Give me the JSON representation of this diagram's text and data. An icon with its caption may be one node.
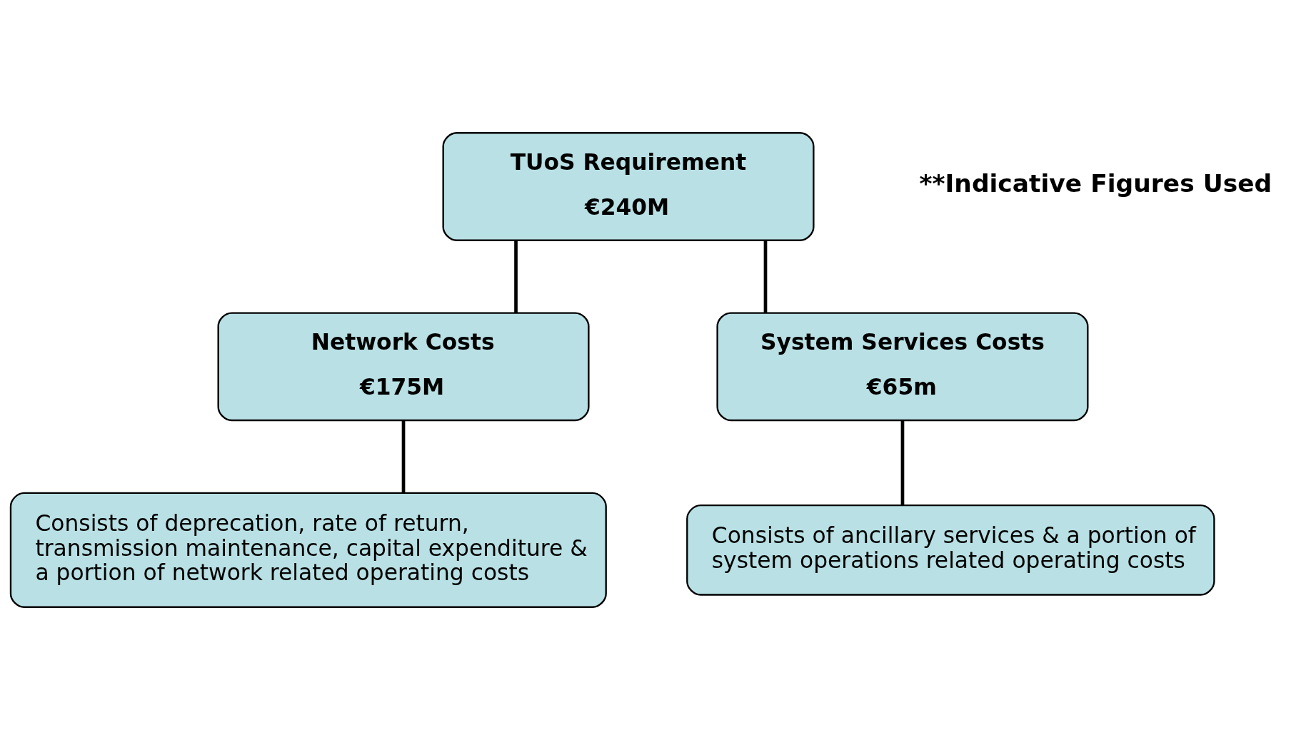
{
  "diagram": {
    "nodes": [
      {
        "text": [
          "TUoS Requirement",
          "€240M"
        ]
      },
      {
        "text": [
          "Network Costs",
          "€175M"
        ]
      },
      {
        "text": [
          "System Services Costs",
          "€65m"
        ]
      },
      {
        "text": [
          "Consists of deprecation, rate of return, transmission maintenance, capital expenditure & a portion of network related operating costs"
        ]
      },
      {
        "text": [
          "Consists of ancillary services & a portion of system operations related operating costs"
        ]
      }
    ],
    "edges": [
      {
        "from": 0,
        "to": 1,
        "arrow": "none"
      },
      {
        "from": 0,
        "to": 2,
        "arrow": "none"
      },
      {
        "from": 1,
        "to": 3,
        "arrow": "none"
      },
      {
        "from": 2,
        "to": 4,
        "arrow": "none"
      }
    ],
    "labels": [
      "**Indicative Figures Used"
    ]
  }
}
